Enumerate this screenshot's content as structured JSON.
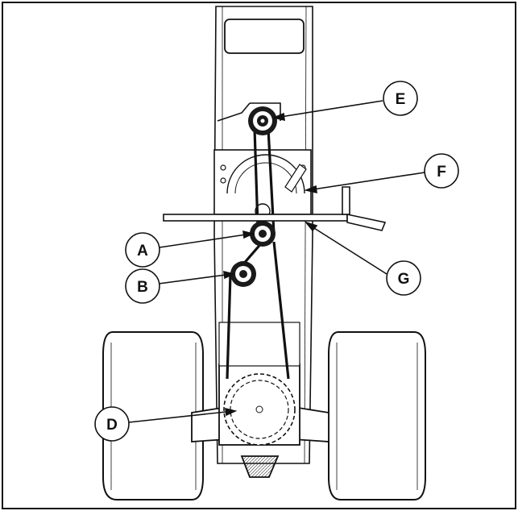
{
  "diagram": {
    "callouts": {
      "a": "A",
      "b": "B",
      "d": "D",
      "e": "E",
      "f": "F",
      "g": "G"
    }
  },
  "colors": {
    "line": "#111111",
    "fill": "#ffffff",
    "dark": "#1a1a1a"
  }
}
